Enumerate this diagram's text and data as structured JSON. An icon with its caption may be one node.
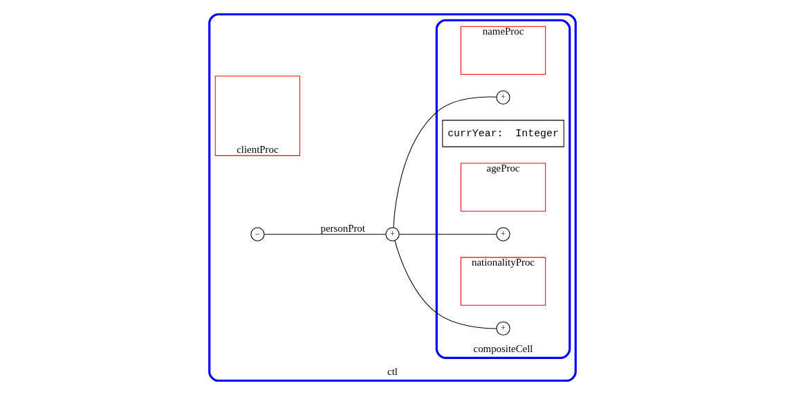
{
  "diagram": {
    "nodes": [
      {
        "text": [
          "ctl"
        ]
      },
      {
        "text": [
          "clientProc"
        ],
        "in": 0
      },
      {
        "text": [
          "−"
        ],
        "in": 0
      },
      {
        "text": [
          "compositeCell"
        ],
        "in": 0
      },
      {
        "text": [
          "+"
        ],
        "in": 0
      },
      {
        "text": [
          "nameProc"
        ],
        "in": 3
      },
      {
        "text": [
          "+"
        ],
        "in": 3
      },
      {
        "text": [
          "currYear:  Integer"
        ],
        "in": 3
      },
      {
        "text": [
          "ageProc"
        ],
        "in": 3
      },
      {
        "text": [
          "+"
        ],
        "in": 3
      },
      {
        "text": [
          "nationalityProc"
        ],
        "in": 3
      },
      {
        "text": [
          "+"
        ],
        "in": 3
      }
    ],
    "edges": [
      {
        "from": 2,
        "to": 4,
        "arrow": "none",
        "label": "personProt"
      },
      {
        "from": 4,
        "to": 6,
        "arrow": "none"
      },
      {
        "from": 4,
        "to": 9,
        "arrow": "none"
      },
      {
        "from": 4,
        "to": 11,
        "arrow": "none"
      }
    ]
  }
}
